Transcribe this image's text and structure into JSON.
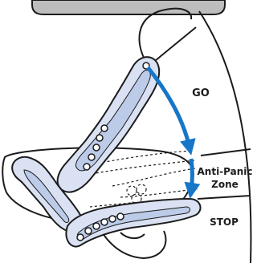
{
  "zones": {
    "go": "GO",
    "anti_panic_line1": "Anti-Panic",
    "anti_panic_line2": "Zone",
    "stop": "STOP"
  },
  "colors": {
    "lever_fill": "#d9e1f3",
    "outline": "#1b1b1b",
    "arrow": "#1676c8",
    "background": "#ffffff",
    "top_tab": "#bdbdbd"
  }
}
